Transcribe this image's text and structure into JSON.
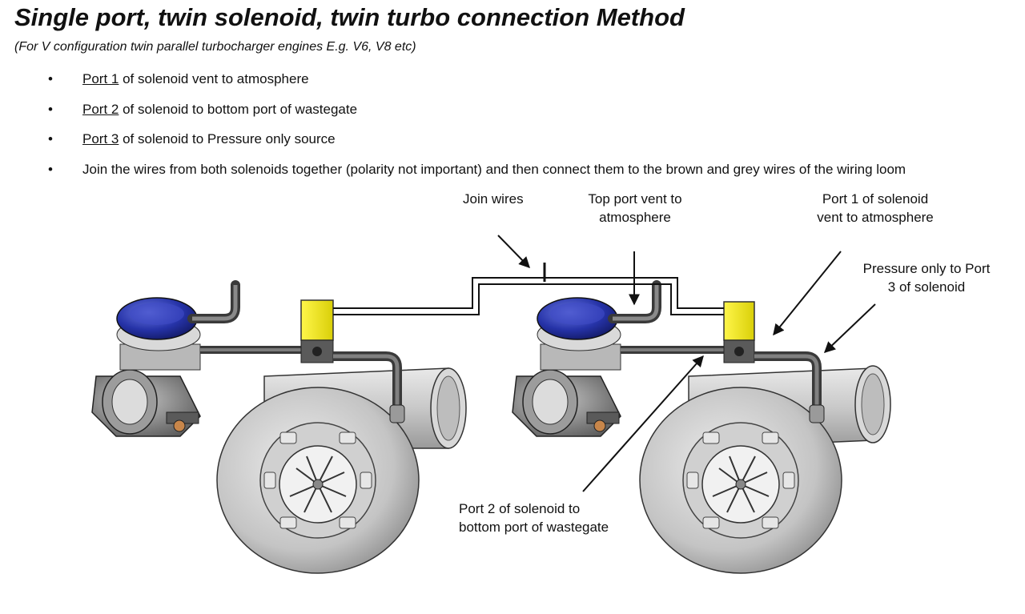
{
  "title": "Single port, twin solenoid, twin turbo connection Method",
  "subtitle": "(For V configuration twin parallel turbocharger engines E.g. V6, V8 etc)",
  "instructions": [
    {
      "port": "Port 1",
      "text": " of solenoid vent to atmosphere"
    },
    {
      "port": "Port 2",
      "text": " of solenoid to bottom port of wastegate"
    },
    {
      "port": "Port 3",
      "text": " of solenoid to Pressure only source"
    },
    {
      "port": "",
      "text": "Join the wires from both solenoids together (polarity not important) and then connect them to the brown and grey wires of the wiring loom"
    }
  ],
  "bullet_char": "•",
  "callouts": {
    "join_wires": "Join wires",
    "top_port_1": "Top port vent to",
    "top_port_2": "atmosphere",
    "port1_1": "Port 1 of solenoid",
    "port1_2": "vent to atmosphere",
    "pressure_1": "Pressure only to Port",
    "pressure_2": "3 of solenoid",
    "port2_1": "Port 2 of solenoid to",
    "port2_2": "bottom port of wastegate"
  },
  "colors": {
    "wastegate_cap": "#2633a8",
    "solenoid": "#f2ea18",
    "turbo_body": "#c9c9c9",
    "hose": "#4a4a4a",
    "line": "#111111"
  }
}
